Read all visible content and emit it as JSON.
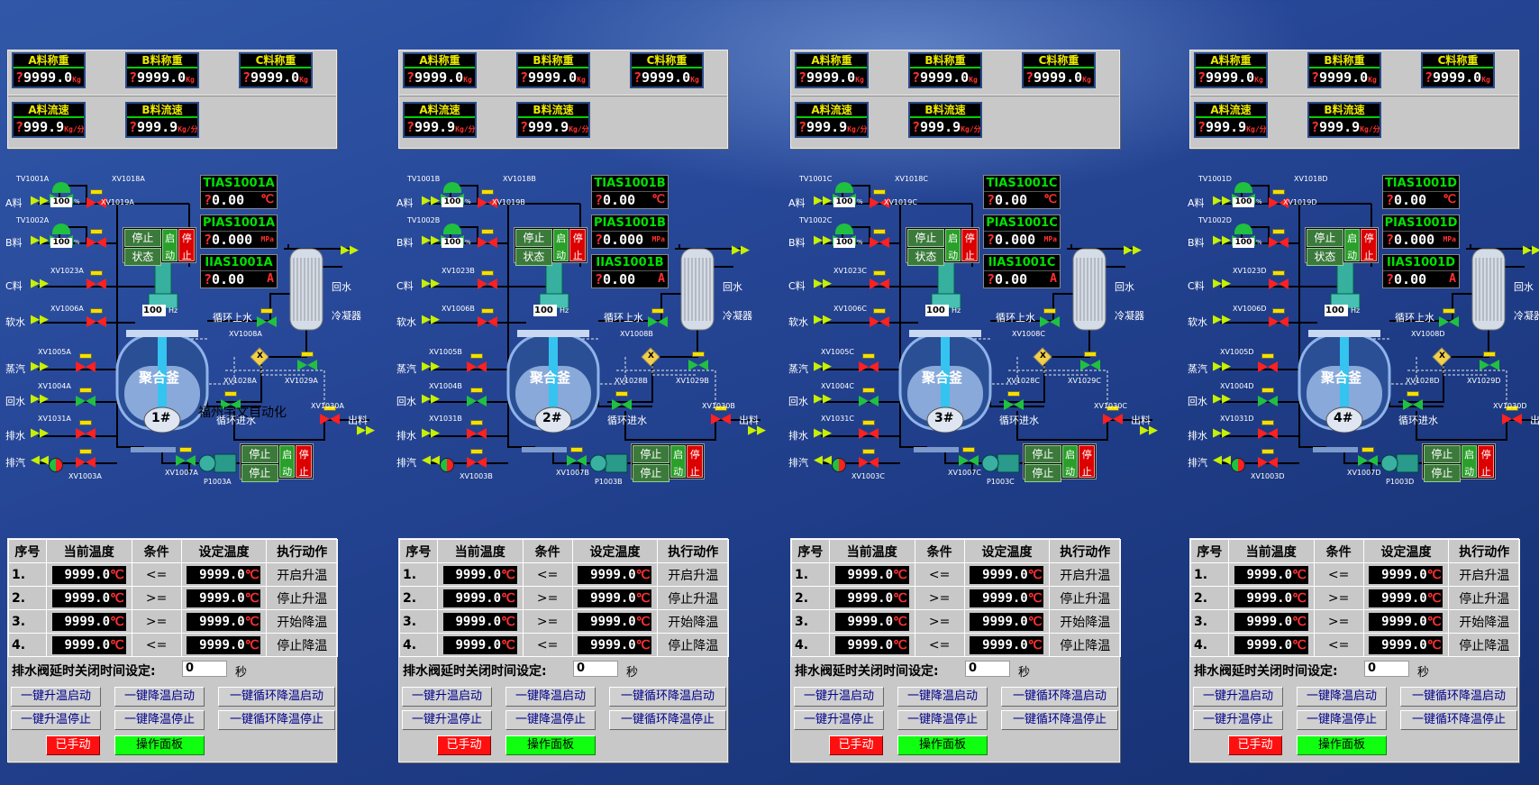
{
  "watermark": "福州宇文自动化",
  "weigh_titles": [
    "A料称重",
    "B料称重",
    "C料称重"
  ],
  "flow_titles": [
    "A料流速",
    "B料流速"
  ],
  "weigh_value": "9999.0",
  "flow_value": "999.9",
  "q_mark": "?",
  "unit_kg": "Kg",
  "unit_kgmin": "Kg/分",
  "pct_value": "100",
  "pct_unit": "%",
  "hz_value": "100",
  "hz_unit": "Hz",
  "feed_labels": [
    "A料",
    "B料",
    "C料",
    "软水",
    "蒸汽",
    "回水",
    "排水",
    "排汽"
  ],
  "side_labels": {
    "return": "回水",
    "condenser": "冷凝器",
    "cycle_up": "循环上水",
    "cycle_in": "循环进水",
    "out": "出料"
  },
  "reactor_label": "聚合釜",
  "mon_values": [
    "0.00",
    "0.000",
    "0.00"
  ],
  "mon_units": [
    "℃",
    "MPa",
    "A"
  ],
  "ss": {
    "stop": "停止",
    "state": "状态",
    "start": "启动",
    "stop_short": "停止",
    "start_short": "启动"
  },
  "table": {
    "headers": [
      "序号",
      "当前温度",
      "条件",
      "设定温度",
      "执行动作"
    ],
    "rows": [
      {
        "no": "1.",
        "cur": "9999.0",
        "cond": "<=",
        "set": "9999.0",
        "act": "开启升温"
      },
      {
        "no": "2.",
        "cur": "9999.0",
        "cond": ">=",
        "set": "9999.0",
        "act": "停止升温"
      },
      {
        "no": "3.",
        "cur": "9999.0",
        "cond": ">=",
        "set": "9999.0",
        "act": "开始降温"
      },
      {
        "no": "4.",
        "cur": "9999.0",
        "cond": "<=",
        "set": "9999.0",
        "act": "停止降温"
      }
    ],
    "deg": "℃"
  },
  "drain_label": "排水阀延时关闭时间设定:",
  "drain_value": "0",
  "sec_label": "秒",
  "buttons": [
    "一键升温启动",
    "一键降温启动",
    "一键循环降温启动",
    "一键升温停止",
    "一键降温停止",
    "一键循环降温停止"
  ],
  "manual_btn": "已手动",
  "panel_btn": "操作面板",
  "units": [
    {
      "s": "A",
      "reactor_no": "1#",
      "valves": {
        "tv1": "TV1001A",
        "tv2": "TV1002A",
        "x18": "XV1018A",
        "x19": "XV1019A",
        "x23": "XV1023A",
        "x06": "XV1006A",
        "x05": "XV1005A",
        "x04": "XV1004A",
        "x31": "XV1031A",
        "x03": "XV1003A",
        "x07": "XV1007A",
        "x08": "XV1008A",
        "x28": "XV1028A",
        "x29": "XV1029A",
        "x30": "XV1030A",
        "pump": "P1003A"
      },
      "mon": [
        "TIAS1001A",
        "PIAS1001A",
        "IIAS1001A"
      ]
    },
    {
      "s": "B",
      "reactor_no": "2#",
      "valves": {
        "tv1": "TV1001B",
        "tv2": "TV1002B",
        "x18": "XV1018B",
        "x19": "XV1019B",
        "x23": "XV1023B",
        "x06": "XV1006B",
        "x05": "XV1005B",
        "x04": "XV1004B",
        "x31": "XV1031B",
        "x03": "XV1003B",
        "x07": "XV1007B",
        "x08": "XV1008B",
        "x28": "XV1028B",
        "x29": "XV1029B",
        "x30": "XV1030B",
        "pump": "P1003B"
      },
      "mon": [
        "TIAS1001B",
        "PIAS1001B",
        "IIAS1001B"
      ]
    },
    {
      "s": "C",
      "reactor_no": "3#",
      "valves": {
        "tv1": "TV1001C",
        "tv2": "TV1002C",
        "x18": "XV1018C",
        "x19": "XV1019C",
        "x23": "XV1023C",
        "x06": "XV1006C",
        "x05": "XV1005C",
        "x04": "XV1004C",
        "x31": "XV1031C",
        "x03": "XV1003C",
        "x07": "XV1007C",
        "x08": "XV1008C",
        "x28": "XV1028C",
        "x29": "XV1029C",
        "x30": "XV1030C",
        "pump": "P1003C"
      },
      "mon": [
        "TIAS1001C",
        "PIAS1001C",
        "IIAS1001C"
      ]
    },
    {
      "s": "D",
      "reactor_no": "4#",
      "valves": {
        "tv1": "TV1001D",
        "tv2": "TV1002D",
        "x18": "XV1018D",
        "x19": "XV1019D",
        "x23": "XV1023D",
        "x06": "XV1006D",
        "x05": "XV1005D",
        "x04": "XV1004D",
        "x31": "XV1031D",
        "x03": "XV1003D",
        "x07": "XV1007D",
        "x08": "XV1008D",
        "x28": "XV1028D",
        "x29": "XV1029D",
        "x30": "XV1030D",
        "pump": "P1003D"
      },
      "mon": [
        "TIAS1001D",
        "PIAS1001D",
        "IIAS1001D"
      ]
    }
  ]
}
